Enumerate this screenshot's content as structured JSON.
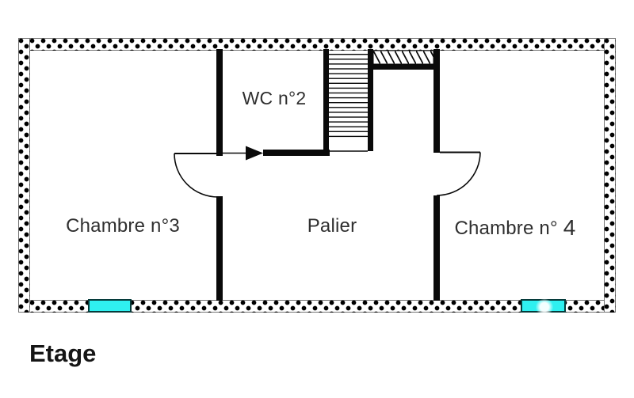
{
  "floor_title": "Etage",
  "rooms": {
    "wc2": {
      "label": "WC n°2"
    },
    "chambre3": {
      "label": "Chambre n°3"
    },
    "palier": {
      "label": "Palier"
    },
    "chambre4": {
      "prefix": "Chambre n°",
      "number": "4"
    }
  },
  "colors": {
    "wall": "#0a0a0a",
    "text": "#2f2f2f",
    "window_fill": "#2ff0f0",
    "background": "#ffffff"
  }
}
